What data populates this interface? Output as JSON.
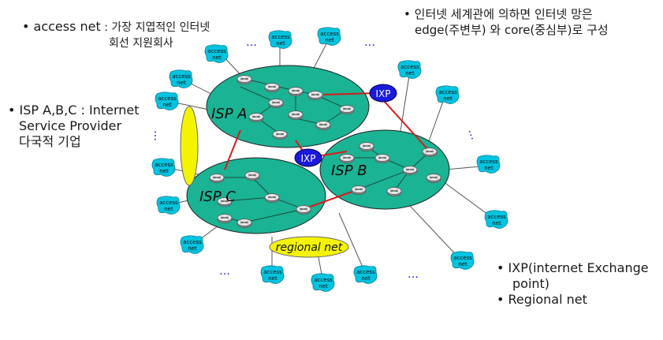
{
  "annotations": {
    "access_net": {
      "term": "access net",
      "desc_line1": " : 가장 지엽적인 인터넷",
      "desc_line2": "회선 지원회사"
    },
    "isp": {
      "term": "ISP A,B,C",
      "desc_line1": " :  Internet",
      "desc_line2": "Service Provider",
      "desc_line3": "다국적 기업"
    },
    "internet_view": {
      "line1": "인터넷 세계관에 의하면 인터넷 망은",
      "line2": "edge(주변부) 와 core(중심부)로 구성"
    },
    "legend": {
      "ixp": "IXP(internet Exchange",
      "ixp_cont": "point)",
      "regional": "Regional net"
    }
  },
  "diagram": {
    "isp_a": "ISP A",
    "isp_b": "ISP B",
    "isp_c": "ISP C",
    "ixp_label": "IXP",
    "regional_net": "regional net",
    "access_top": "access",
    "access_bottom": "net",
    "ellipsis": "…",
    "colors": {
      "isp_fill": "#1ab394",
      "access_fill": "#00c4e0",
      "ixp_fill": "#1a1adc",
      "yellow": "#f4f400",
      "red_link": "#d81b1b"
    }
  }
}
